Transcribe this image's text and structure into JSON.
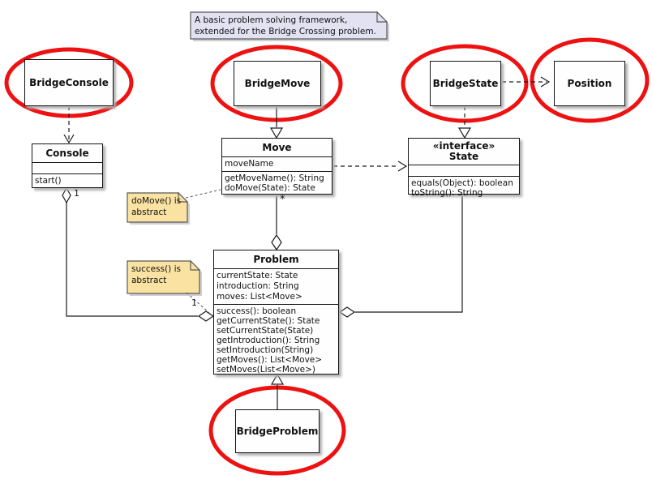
{
  "diagram": {
    "top_note": {
      "lines": [
        "A basic problem solving framework,",
        "extended for the Bridge Crossing problem."
      ]
    },
    "notes": {
      "domove": {
        "lines": [
          "doMove() is",
          "abstract"
        ]
      },
      "success": {
        "lines": [
          "success() is",
          "abstract"
        ]
      }
    },
    "classes": {
      "bridge_console": {
        "name": "BridgeConsole"
      },
      "bridge_move": {
        "name": "BridgeMove"
      },
      "bridge_state": {
        "name": "BridgeState"
      },
      "position": {
        "name": "Position"
      },
      "bridge_problem": {
        "name": "BridgeProblem"
      },
      "console": {
        "name": "Console",
        "methods": [
          "start()"
        ]
      },
      "move": {
        "name": "Move",
        "attributes": [
          "moveName"
        ],
        "methods": [
          "getMoveName(): String",
          "doMove(State): State"
        ]
      },
      "state": {
        "stereotype": "«interface»",
        "name": "State",
        "methods": [
          "equals(Object): boolean",
          "toString(): String"
        ]
      },
      "problem": {
        "name": "Problem",
        "attributes": [
          "currentState: State",
          "introduction: String",
          "moves: List<Move>"
        ],
        "methods": [
          "success(): boolean",
          "getCurrentState(): State",
          "setCurrentState(State)",
          "getIntroduction(): String",
          "setIntroduction(String)",
          "getMoves(): List<Move>",
          "setMoves(List<Move>)"
        ]
      }
    },
    "multiplicities": {
      "console_end": "1",
      "problem_end": "1",
      "moves_end": "*"
    },
    "colors": {
      "highlight_red": "#ee1111",
      "note_top_bg": "#e2e2f2",
      "note_side_bg": "#fae2a2",
      "class_bg": "#fefefe",
      "line": "#1a1a1a"
    }
  }
}
